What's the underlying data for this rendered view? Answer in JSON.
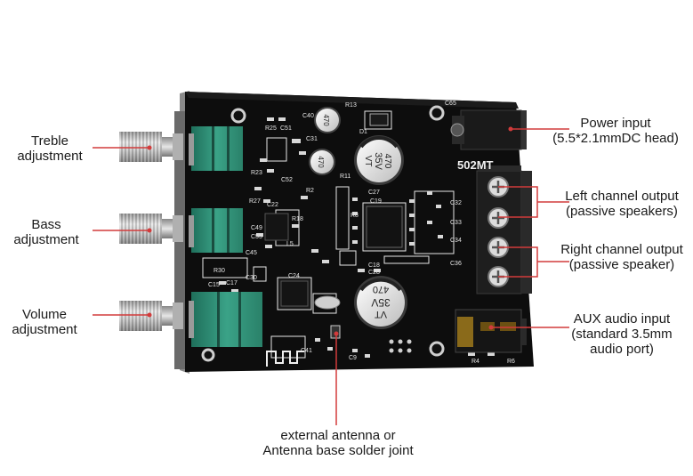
{
  "labels": {
    "treble": [
      "Treble",
      "adjustment"
    ],
    "bass": [
      "Bass",
      "adjustment"
    ],
    "volume": [
      "Volume",
      "adjustment"
    ],
    "power": [
      "Power input",
      "(5.5*2.1mmDC head)"
    ],
    "left_out": [
      "Left channel output",
      "(passive speakers)"
    ],
    "right_out": [
      "Right channel output",
      "(passive speaker)"
    ],
    "aux": [
      "AUX audio input",
      "(standard 3.5mm",
      "audio port)"
    ],
    "antenna": [
      "external antenna or",
      "Antenna base solder joint"
    ]
  },
  "board_text": {
    "model": "502MT",
    "cap_value": "470",
    "cap_voltage": "35V",
    "cap_type": "VT",
    "small_cap": "470",
    "refs": [
      "C65",
      "R13",
      "D1",
      "C40",
      "C51",
      "R25",
      "C31",
      "R23",
      "C52",
      "R2",
      "C27",
      "C19",
      "R27",
      "C22",
      "R18",
      "R8",
      "C49",
      "C55",
      "L5",
      "C45",
      "R30",
      "C15",
      "C17",
      "C30",
      "C24",
      "C18",
      "C28",
      "C32",
      "C33",
      "C34",
      "C36",
      "C41",
      "C9",
      "R4",
      "R6",
      "R11"
    ]
  },
  "colors": {
    "pcb": "#0b0b0b",
    "trace": "#ffffff",
    "pot_green": "#2e8c74",
    "pointer_line": "#d23b3b",
    "terminal_blue": "#1e1e1e"
  }
}
